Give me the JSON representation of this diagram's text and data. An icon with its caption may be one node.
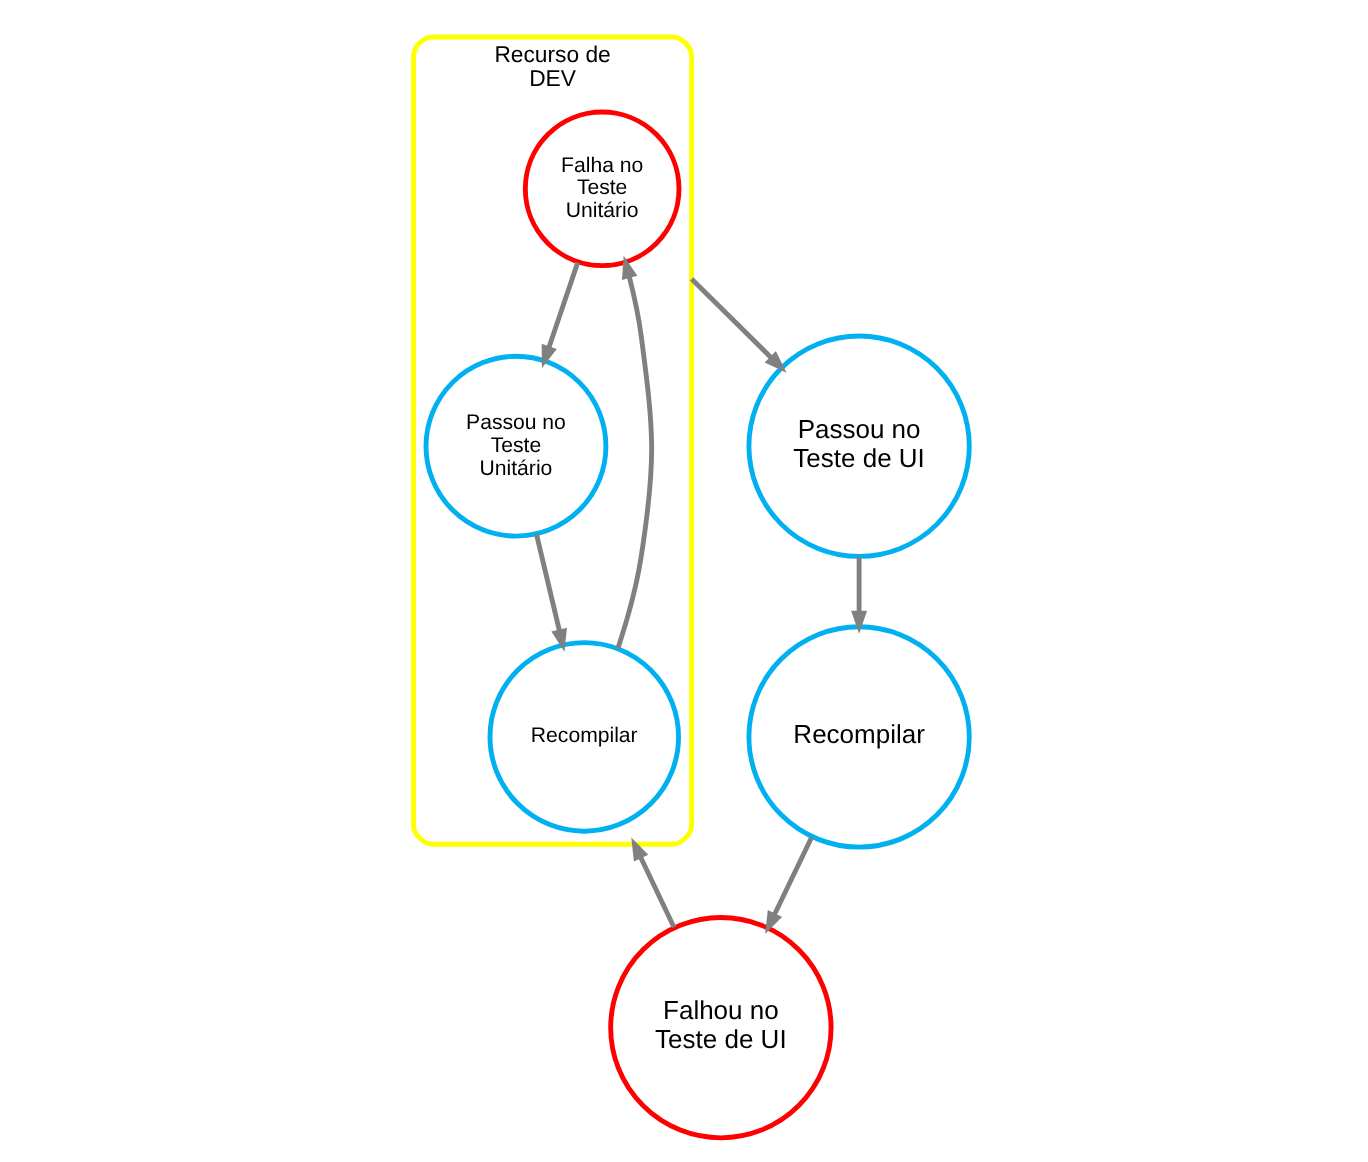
{
  "diagram": {
    "nodes": [
      {
        "text": [
          "Recurso de DEV"
        ]
      },
      {
        "text": [
          "Falha no Teste Unitário"
        ],
        "in": 0
      },
      {
        "text": [
          "Passou no Teste Unitário"
        ],
        "in": 0
      },
      {
        "text": [
          "Recompilar"
        ],
        "in": 0
      },
      {
        "text": [
          "Passou no Teste de UI"
        ]
      },
      {
        "text": [
          "Recompilar"
        ]
      },
      {
        "text": [
          "Falhou no Teste de UI"
        ]
      }
    ],
    "edges": [
      {
        "from": 1,
        "to": 2,
        "arrow": "to"
      },
      {
        "from": 2,
        "to": 3,
        "arrow": "to"
      },
      {
        "from": 3,
        "to": 1,
        "arrow": "to"
      },
      {
        "from": 0,
        "to": 4,
        "arrow": "to"
      },
      {
        "from": 4,
        "to": 5,
        "arrow": "to"
      },
      {
        "from": 5,
        "to": 6,
        "arrow": "to"
      },
      {
        "from": 6,
        "to": 0,
        "arrow": "to"
      }
    ]
  }
}
